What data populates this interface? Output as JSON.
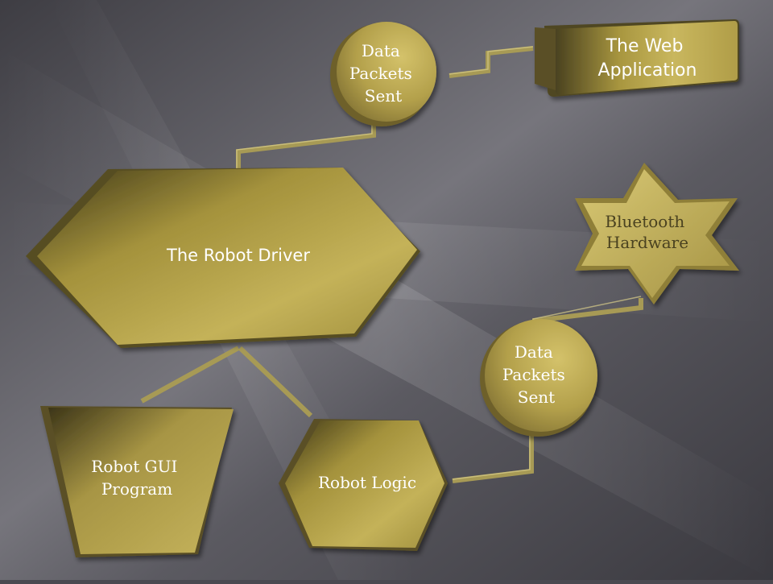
{
  "diagram": {
    "nodes": {
      "packets_top": {
        "lines": [
          "Data",
          "Packets",
          "Sent"
        ]
      },
      "web_app": {
        "lines": [
          "The Web",
          "Application"
        ]
      },
      "robot_driver": {
        "lines": [
          "The Robot Driver"
        ]
      },
      "bluetooth": {
        "lines": [
          "Bluetooth",
          "Hardware"
        ]
      },
      "packets_bottom": {
        "lines": [
          "Data",
          "Packets",
          "Sent"
        ]
      },
      "robot_gui": {
        "lines": [
          "Robot GUI",
          "Program"
        ]
      },
      "robot_logic": {
        "lines": [
          "Robot Logic"
        ]
      }
    },
    "colors": {
      "background": "#4a4950",
      "shape_fill": "#b9a64e",
      "shape_dark": "#4e4420",
      "shape_light": "#d5c46e",
      "connector": "#a79a55",
      "label_dark": "#3a3520",
      "label_light": "#ffffff"
    }
  }
}
